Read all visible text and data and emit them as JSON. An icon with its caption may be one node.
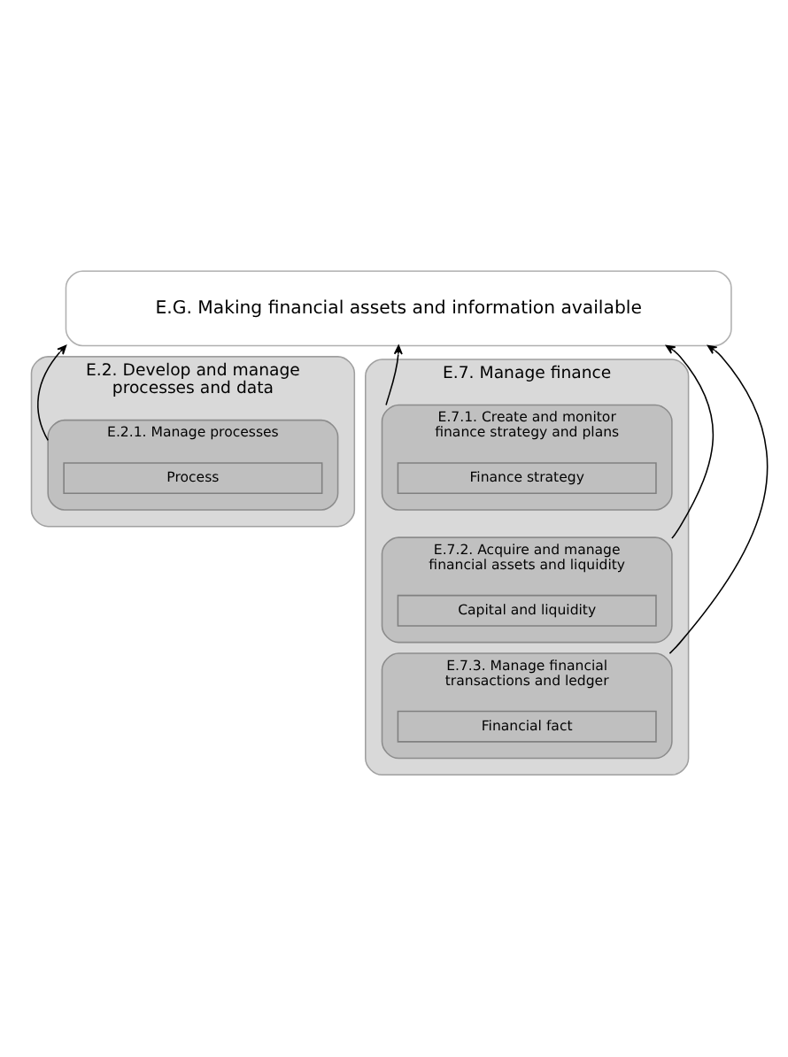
{
  "diagram": {
    "nodes": [
      {
        "text": [
          "E.G. Making financial assets and information available"
        ]
      },
      {
        "text": [
          "E.2. Develop and manage processes and data"
        ]
      },
      {
        "text": [
          "E.2.1. Manage processes"
        ],
        "in": 1
      },
      {
        "text": [
          "Process"
        ],
        "in": 2
      },
      {
        "text": [
          "E.7. Manage finance"
        ]
      },
      {
        "text": [
          "E.7.1. Create and monitor finance strategy and plans"
        ],
        "in": 4
      },
      {
        "text": [
          "Finance strategy"
        ],
        "in": 5
      },
      {
        "text": [
          "E.7.2. Acquire and manage financial assets and liquidity"
        ],
        "in": 4
      },
      {
        "text": [
          "Capital and liquidity"
        ],
        "in": 7
      },
      {
        "text": [
          "E.7.3. Manage financial transactions and ledger"
        ],
        "in": 4
      },
      {
        "text": [
          "Financial fact"
        ],
        "in": 9
      }
    ],
    "edges": [
      {
        "from": 2,
        "to": 0,
        "arrow": "to"
      },
      {
        "from": 5,
        "to": 0,
        "arrow": "to"
      },
      {
        "from": 7,
        "to": 0,
        "arrow": "to"
      },
      {
        "from": 9,
        "to": 0,
        "arrow": "to"
      }
    ]
  }
}
